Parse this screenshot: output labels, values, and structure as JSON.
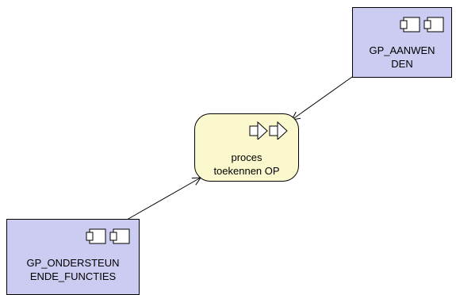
{
  "nodes": {
    "gp_aanwenden": {
      "line1": "GP_AANWEN",
      "line2": "DEN",
      "icon": "component-icon"
    },
    "proces_toekennen": {
      "line1": "proces",
      "line2": "toekennen OP",
      "icon": "process-chevron-icon"
    },
    "gp_ondersteunende": {
      "line1": "GP_ONDERSTEUN",
      "line2": "ENDE_FUNCTIES",
      "icon": "component-icon"
    }
  },
  "edges": [
    {
      "from": "gp_aanwenden",
      "to": "proces_toekennen"
    },
    {
      "from": "gp_ondersteunende",
      "to": "proces_toekennen"
    }
  ],
  "colors": {
    "component_fill": "#ccccf2",
    "process_fill": "#fbf8cd",
    "stroke": "#000000"
  }
}
